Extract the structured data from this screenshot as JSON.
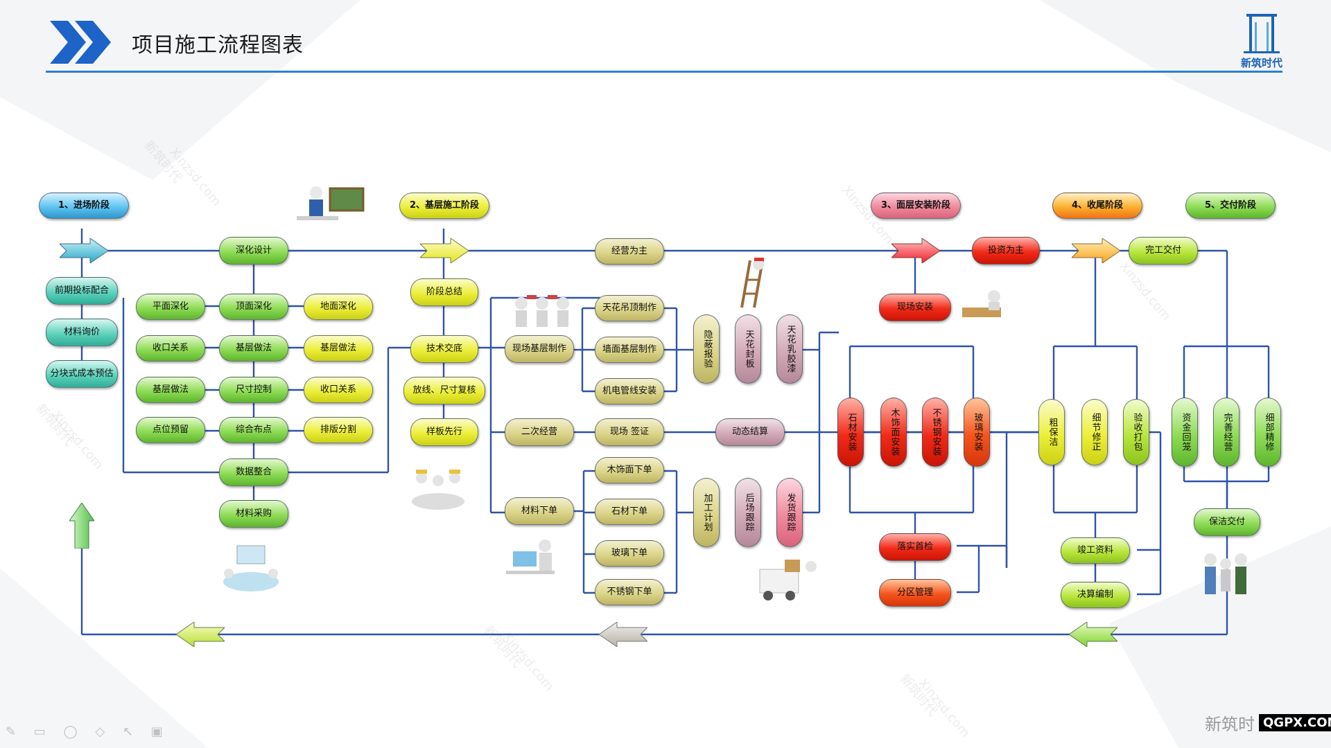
{
  "header": {
    "title": "项目施工流程图表",
    "logo_text": "新筑时代"
  },
  "watermark": {
    "text_cn": "新筑时代",
    "text_en": "Xinzsd.com"
  },
  "stages": {
    "s1": "1、进场阶段",
    "s2": "2、基层施工阶段",
    "s3": "3、面层安装阶段",
    "s4": "4、收尾阶段",
    "s5": "5、交付阶段"
  },
  "col1": {
    "bid": "前期投标配合",
    "inquiry": "材料询价",
    "estimate": "分块式成本预估"
  },
  "design": {
    "deepen": "深化设计",
    "plane": "平面深化",
    "ceiling": "顶面深化",
    "floor": "地面深化",
    "close_left": "收口关系",
    "base_mid": "基层做法",
    "base_right": "基层做法",
    "base_left": "基层做法",
    "size": "尺寸控制",
    "close_right": "收口关系",
    "points": "点位预留",
    "layout": "综合布点",
    "typeset": "排版分割",
    "data": "数据整合",
    "purchase": "材料采购"
  },
  "stage2": {
    "summary": "阶段总结",
    "tech": "技术交底",
    "survey": "放线、尺寸复核",
    "sample": "样板先行"
  },
  "operate": {
    "main": "经营为主",
    "site_base": "现场基层制作",
    "ceiling_frame": "天花吊顶制作",
    "wall_base": "墙面基层制作",
    "mep": "机电管线安装",
    "second": "二次经营",
    "visa": "现场 签证",
    "settle": "动态结算",
    "order": "材料下单",
    "wood_order": "木饰面下单",
    "stone_order": "石材下单",
    "glass_order": "玻璃下单",
    "steel_order": "不锈钢下单",
    "hidden": "隐蔽报验",
    "seal": "天花封板",
    "latex": "天花乳胶漆",
    "plan": "加工计划",
    "track": "后场跟踪",
    "ship": "发货跟踪"
  },
  "stage3": {
    "invest": "投资为主",
    "site_install": "现场安装",
    "stone": "石材安装",
    "wood": "木饰面安装",
    "steel": "不锈钢安装",
    "glass": "玻璃安装",
    "first_check": "落实首检",
    "zone": "分区管理"
  },
  "stage4": {
    "rough": "粗保洁",
    "detail": "细节修正",
    "pack": "验收打包",
    "docs": "竣工资料",
    "budget": "决算编制"
  },
  "stage5": {
    "handover": "完工交付",
    "fund": "资金回笼",
    "perfect": "完善经营",
    "fine": "细部精修",
    "clean": "保洁交付"
  },
  "footer": {
    "corner_text": "新筑时",
    "corner_badge": "QGPX.COM",
    "tools": "✎ ▭ ◯ ◇ ↖ ▣"
  },
  "colors": {
    "line": "#2f52a8",
    "header_rule": "#2a7fd4",
    "chevron": "#1d63c8"
  }
}
